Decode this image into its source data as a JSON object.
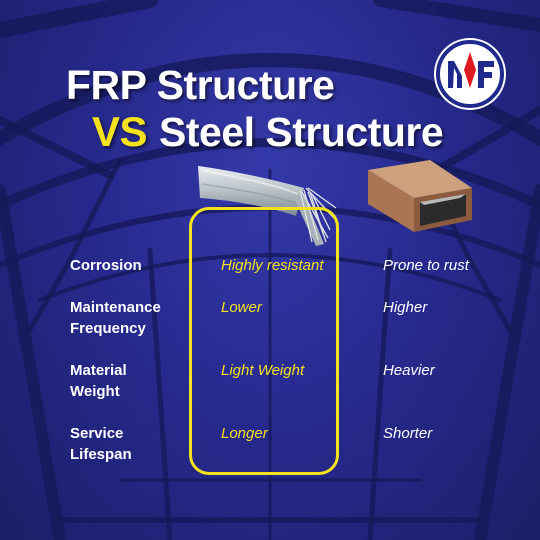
{
  "title": {
    "line1": "FRP Structure",
    "vs": "VS",
    "line2": "Steel Structure"
  },
  "logo": {
    "letters": "MF",
    "colors": {
      "ring": "#1f2a8c",
      "accent": "#e01b22",
      "fill": "#ffffff"
    }
  },
  "comparison": {
    "rows": [
      {
        "label": "Corrosion",
        "frp": "Highly resistant",
        "steel": "Prone to rust"
      },
      {
        "label": "Maintenance\nFrequency",
        "frp": "Lower",
        "steel": "Higher"
      },
      {
        "label": "Material\nWeight",
        "frp": "Light Weight",
        "steel": "Heavier"
      },
      {
        "label": "Service\nLifespan",
        "frp": "Longer",
        "steel": "Shorter"
      }
    ]
  },
  "colors": {
    "background": "#2a2d97",
    "highlight": "#f4e21f",
    "text": "#ffffff"
  },
  "images": {
    "frp_rope": "frp-fiber-rope",
    "steel_tube": "rectangular-steel-tube"
  }
}
